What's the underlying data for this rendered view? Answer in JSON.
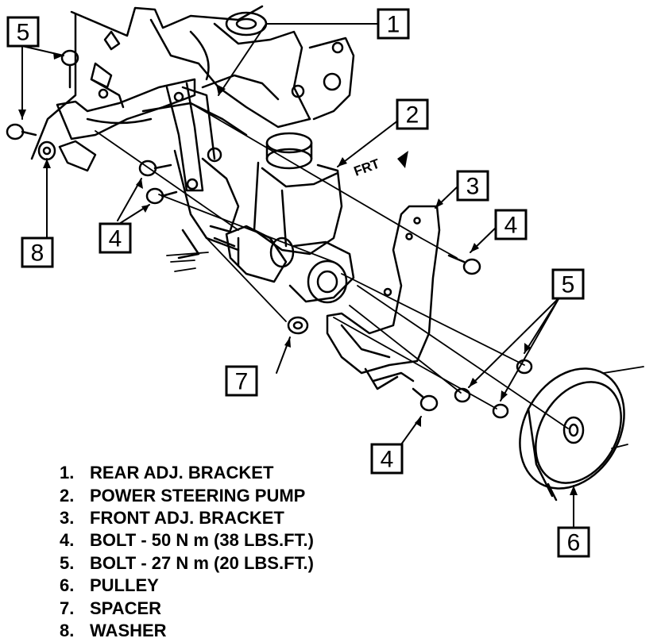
{
  "diagram": {
    "direction_label": "FRT",
    "callouts": [
      {
        "id": "callout-1",
        "label": "1"
      },
      {
        "id": "callout-2",
        "label": "2"
      },
      {
        "id": "callout-3",
        "label": "3"
      },
      {
        "id": "callout-4a",
        "label": "4"
      },
      {
        "id": "callout-4b",
        "label": "4"
      },
      {
        "id": "callout-4c",
        "label": "4"
      },
      {
        "id": "callout-5a",
        "label": "5"
      },
      {
        "id": "callout-5b",
        "label": "5"
      },
      {
        "id": "callout-6",
        "label": "6"
      },
      {
        "id": "callout-7",
        "label": "7"
      },
      {
        "id": "callout-8",
        "label": "8"
      }
    ]
  },
  "legend": [
    {
      "num": "1.",
      "text": "REAR ADJ. BRACKET"
    },
    {
      "num": "2.",
      "text": "POWER STEERING PUMP"
    },
    {
      "num": "3.",
      "text": "FRONT ADJ. BRACKET"
    },
    {
      "num": "4.",
      "text": "BOLT - 50 N m (38 LBS.FT.)"
    },
    {
      "num": "5.",
      "text": "BOLT - 27 N m (20 LBS.FT.)"
    },
    {
      "num": "6.",
      "text": "PULLEY"
    },
    {
      "num": "7.",
      "text": "SPACER"
    },
    {
      "num": "8.",
      "text": "WASHER"
    }
  ]
}
